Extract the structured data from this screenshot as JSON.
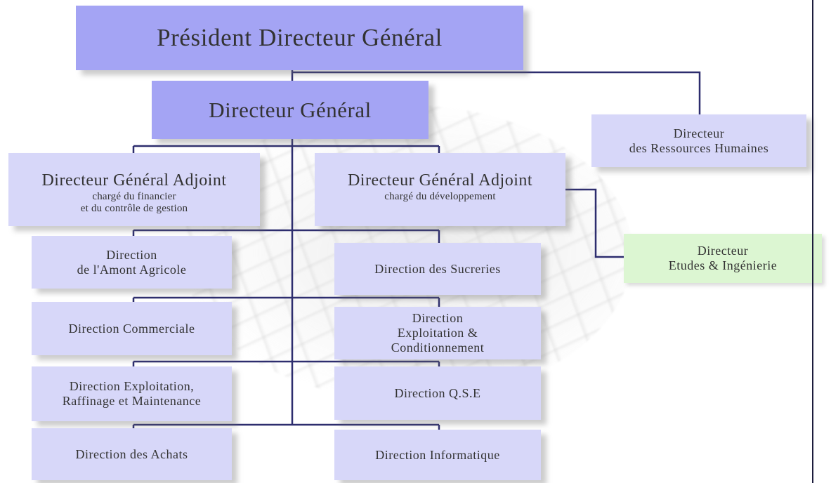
{
  "colors": {
    "primary_box": "#a4a4f4",
    "secondary_box": "#d7d7f9",
    "highlight_box": "#dcf6d2",
    "connector": "#2d2d6e",
    "text": "#333333"
  },
  "org_chart": {
    "pdg": {
      "label": "Président Directeur Général"
    },
    "dg": {
      "label": "Directeur Général"
    },
    "drh": {
      "line1": "Directeur",
      "line2": "des Ressources Humaines"
    },
    "dga_finance": {
      "title": "Directeur Général Adjoint",
      "line2": "chargé du financier",
      "line3": "et du contrôle de gestion"
    },
    "dga_dev": {
      "title": "Directeur Général Adjoint",
      "line2": "chargé du développement"
    },
    "etudes": {
      "line1": "Directeur",
      "line2": "Etudes & Ingénierie"
    },
    "directions": {
      "amont": {
        "line1": "Direction",
        "line2": "de l'Amont Agricole"
      },
      "sucreries": {
        "line1": "Direction des Sucreries"
      },
      "commerciale": {
        "line1": "Direction Commerciale"
      },
      "exploitation": {
        "line1": "Direction",
        "line2": "Exploitation &",
        "line3": "Conditionnement"
      },
      "raffinage": {
        "line1": "Direction Exploitation,",
        "line2": "Raffinage et Maintenance"
      },
      "qse": {
        "line1": "Direction Q.S.E"
      },
      "achats": {
        "line1": "Direction des Achats"
      },
      "informatique": {
        "line1": "Direction Informatique"
      }
    }
  }
}
